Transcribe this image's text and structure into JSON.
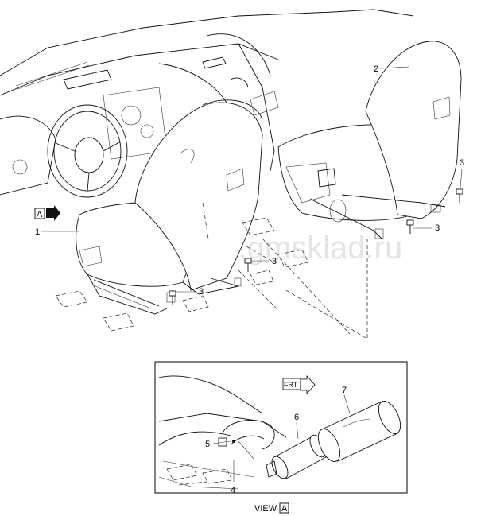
{
  "watermark": "www.gmsklad.ru",
  "view_marker": "A",
  "view_caption_word": "VIEW",
  "view_caption_letter": "A",
  "front_arrow_text": "FRT",
  "callouts": [
    "1",
    "2",
    "3",
    "3",
    "3",
    "3",
    "4",
    "5",
    "6",
    "7"
  ]
}
